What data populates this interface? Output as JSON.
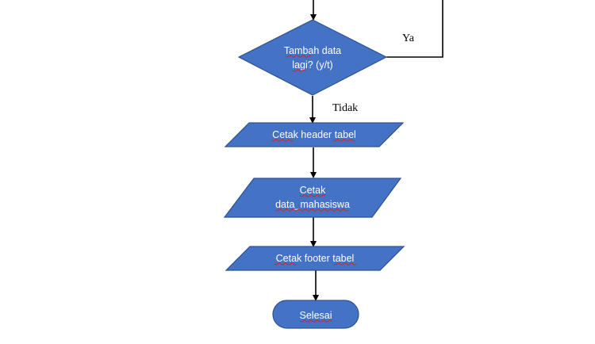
{
  "diagram": {
    "nodes": {
      "decision": {
        "text_line1": "Tambah data",
        "text_line2": "lagi? (y/t)"
      },
      "print_header": {
        "text": "Cetak header tabel"
      },
      "print_data": {
        "text_line1": "Cetak",
        "text_line2": "data_mahasiswa"
      },
      "print_footer": {
        "text": "Cetak footer tabel"
      },
      "end": {
        "text": "Selesai"
      }
    },
    "edges": {
      "yes_label": "Ya",
      "no_label": "Tidak"
    }
  },
  "colors": {
    "shape_fill": "#4472C4",
    "shape_stroke": "#2F528F",
    "text_on_shape": "#FFFFFF",
    "spellcheck_underline": "#E02020"
  }
}
